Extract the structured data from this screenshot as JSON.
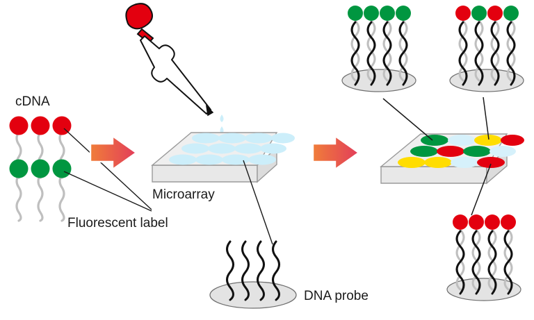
{
  "diagram": {
    "title": "DNA microarray hybridization workflow",
    "background": "#ffffff"
  },
  "labels": {
    "cdna": "cDNA",
    "fluorescent_label": "Fluorescent label",
    "microarray": "Microarray",
    "dna_probe": "DNA probe"
  },
  "colors": {
    "red": "#E3000F",
    "green": "#009640",
    "yellow": "#FFDD00",
    "pale_blue": "#D6F1FB",
    "spot_blue": "#CCEEFA",
    "slab_top": "#EFEFEF",
    "slab_side": "#E2E2E2",
    "disc_gray": "#E3E3E3",
    "cdna_strand": "#BFBFBF",
    "probe_strand": "#111111",
    "arrow_start": "#F07D3A",
    "arrow_end": "#E23D5A",
    "outline": "#1a1a1a",
    "droplet": "#CCEEFA"
  },
  "sample": {
    "name": "labelled-cdna-sample",
    "rows": [
      {
        "label_color": "red",
        "count": 3
      },
      {
        "label_color": "green",
        "count": 3
      }
    ]
  },
  "pipette": {
    "name": "pipette",
    "bulb_color": "#E3000F",
    "droplets": 2
  },
  "blank_array": {
    "name": "blank-microarray",
    "grid_rows": 3,
    "grid_cols": 4,
    "spot_color": "pale_blue"
  },
  "probe_inset": {
    "name": "dna-probe-inset",
    "strand_count": 4,
    "strand_color": "probe_strand"
  },
  "result_array": {
    "name": "result-microarray",
    "grid_rows": 3,
    "grid_cols": 4,
    "spots": [
      [
        "green",
        "pale_blue",
        "yellow",
        "red"
      ],
      [
        "green",
        "red",
        "green",
        "pale_blue"
      ],
      [
        "yellow",
        "yellow",
        "pale_blue",
        "red"
      ]
    ]
  },
  "hybrid_panels": [
    {
      "name": "hybrid-panel-green",
      "position": "top-left",
      "dot_colors": [
        "green",
        "green",
        "green",
        "green"
      ],
      "strand_count": 4
    },
    {
      "name": "hybrid-panel-mixed",
      "position": "top-right",
      "dot_colors": [
        "red",
        "green",
        "red",
        "green"
      ],
      "strand_count": 4
    },
    {
      "name": "hybrid-panel-red",
      "position": "bottom-right",
      "dot_colors": [
        "red",
        "red",
        "red",
        "red"
      ],
      "strand_count": 4
    }
  ],
  "arrows": [
    {
      "name": "process-arrow-1",
      "from": "sample",
      "to": "blank-microarray"
    },
    {
      "name": "process-arrow-2",
      "from": "blank-microarray",
      "to": "result-microarray"
    }
  ],
  "leader_lines": [
    {
      "name": "leader-red-label",
      "from": "red-dot",
      "to": "fluorescent-label-text"
    },
    {
      "name": "leader-green-label",
      "from": "green-dot",
      "to": "fluorescent-label-text"
    },
    {
      "name": "leader-probe",
      "from": "array-spot",
      "to": "dna-probe-inset"
    },
    {
      "name": "leader-green-panel",
      "from": "hybrid-panel-green",
      "to": "result-spot-green"
    },
    {
      "name": "leader-mixed-panel",
      "from": "hybrid-panel-mixed",
      "to": "result-spot-yellow"
    },
    {
      "name": "leader-red-panel",
      "from": "result-spot-red",
      "to": "hybrid-panel-red"
    }
  ]
}
